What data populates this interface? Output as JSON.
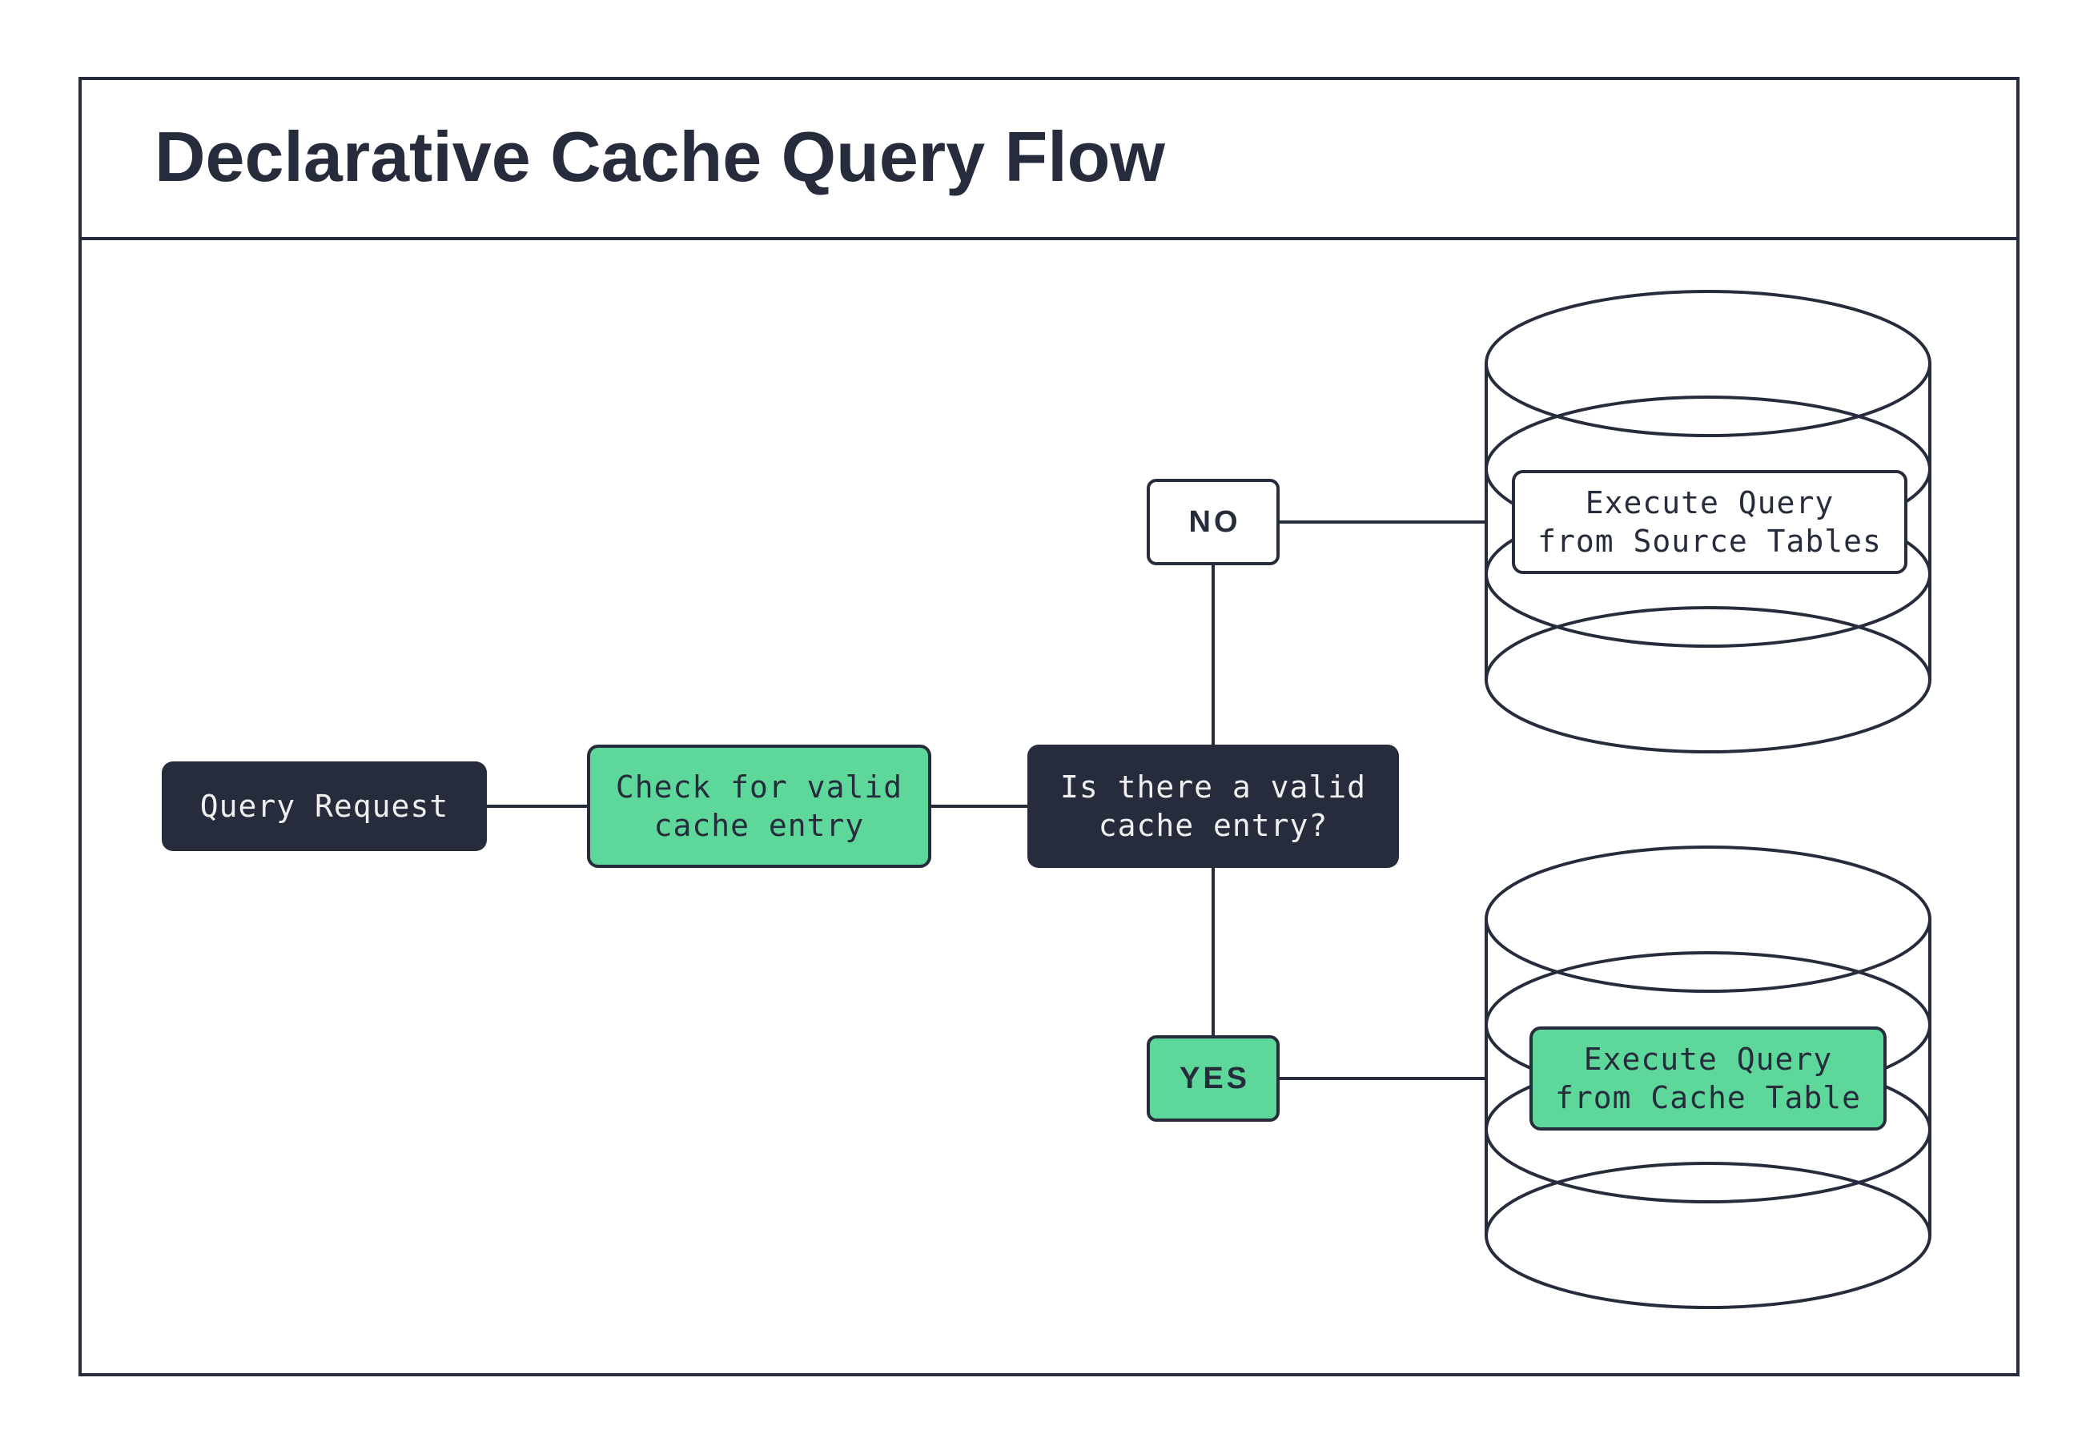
{
  "title": "Declarative Cache Query Flow",
  "colors": {
    "ink": "#262C3B",
    "green": "#5ED79B",
    "paper": "#FFFFFF",
    "light_text": "#EFEFEF"
  },
  "nodes": {
    "query_request": {
      "label": "Query Request"
    },
    "check_cache": {
      "label": "Check for valid\ncache entry"
    },
    "decision": {
      "label": "Is there a valid\ncache entry?"
    },
    "no": {
      "label": "NO"
    },
    "yes": {
      "label": "YES"
    },
    "source_db": {
      "label": "Execute Query\nfrom Source Tables"
    },
    "cache_db": {
      "label": "Execute Query\nfrom Cache Table"
    }
  }
}
